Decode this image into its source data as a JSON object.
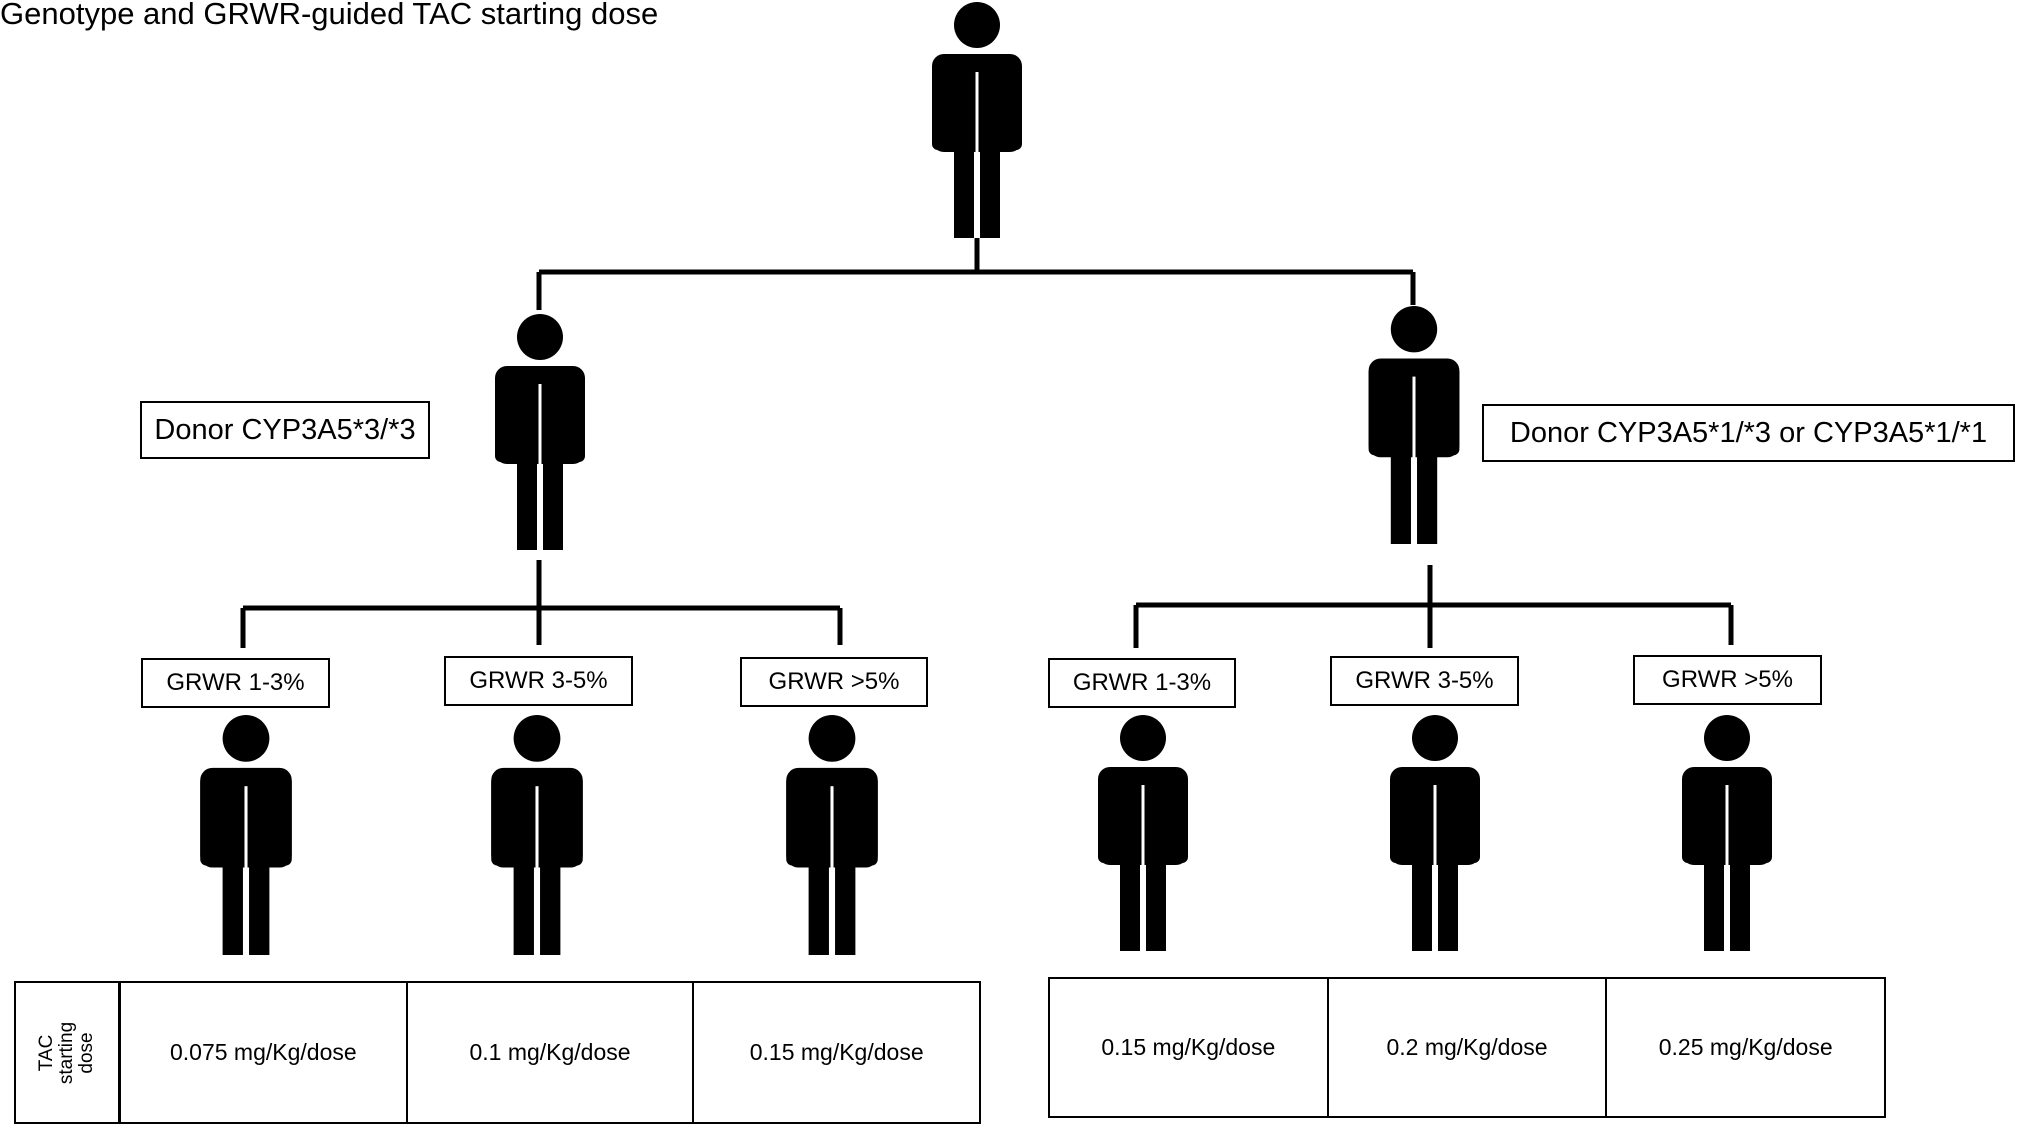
{
  "title": "Genotype and GRWR-guided TAC starting dose",
  "donors": [
    {
      "label": "Donor CYP3A5*3/*3",
      "grwr": [
        "GRWR 1-3%",
        "GRWR 3-5%",
        "GRWR >5%"
      ],
      "doses": [
        "0.075 mg/Kg/dose",
        "0.1 mg/Kg/dose",
        "0.15 mg/Kg/dose"
      ]
    },
    {
      "label": "Donor CYP3A5*1/*3 or CYP3A5*1/*1",
      "grwr": [
        "GRWR 1-3%",
        "GRWR 3-5%",
        "GRWR >5%"
      ],
      "doses": [
        "0.15 mg/Kg/dose",
        "0.2 mg/Kg/dose",
        "0.25 mg/Kg/dose"
      ]
    }
  ],
  "row_label": "TAC\nstarting\ndose",
  "colors": {
    "ink": "#000000",
    "background": "#ffffff"
  },
  "icons": {
    "person": "person-silhouette-icon"
  }
}
